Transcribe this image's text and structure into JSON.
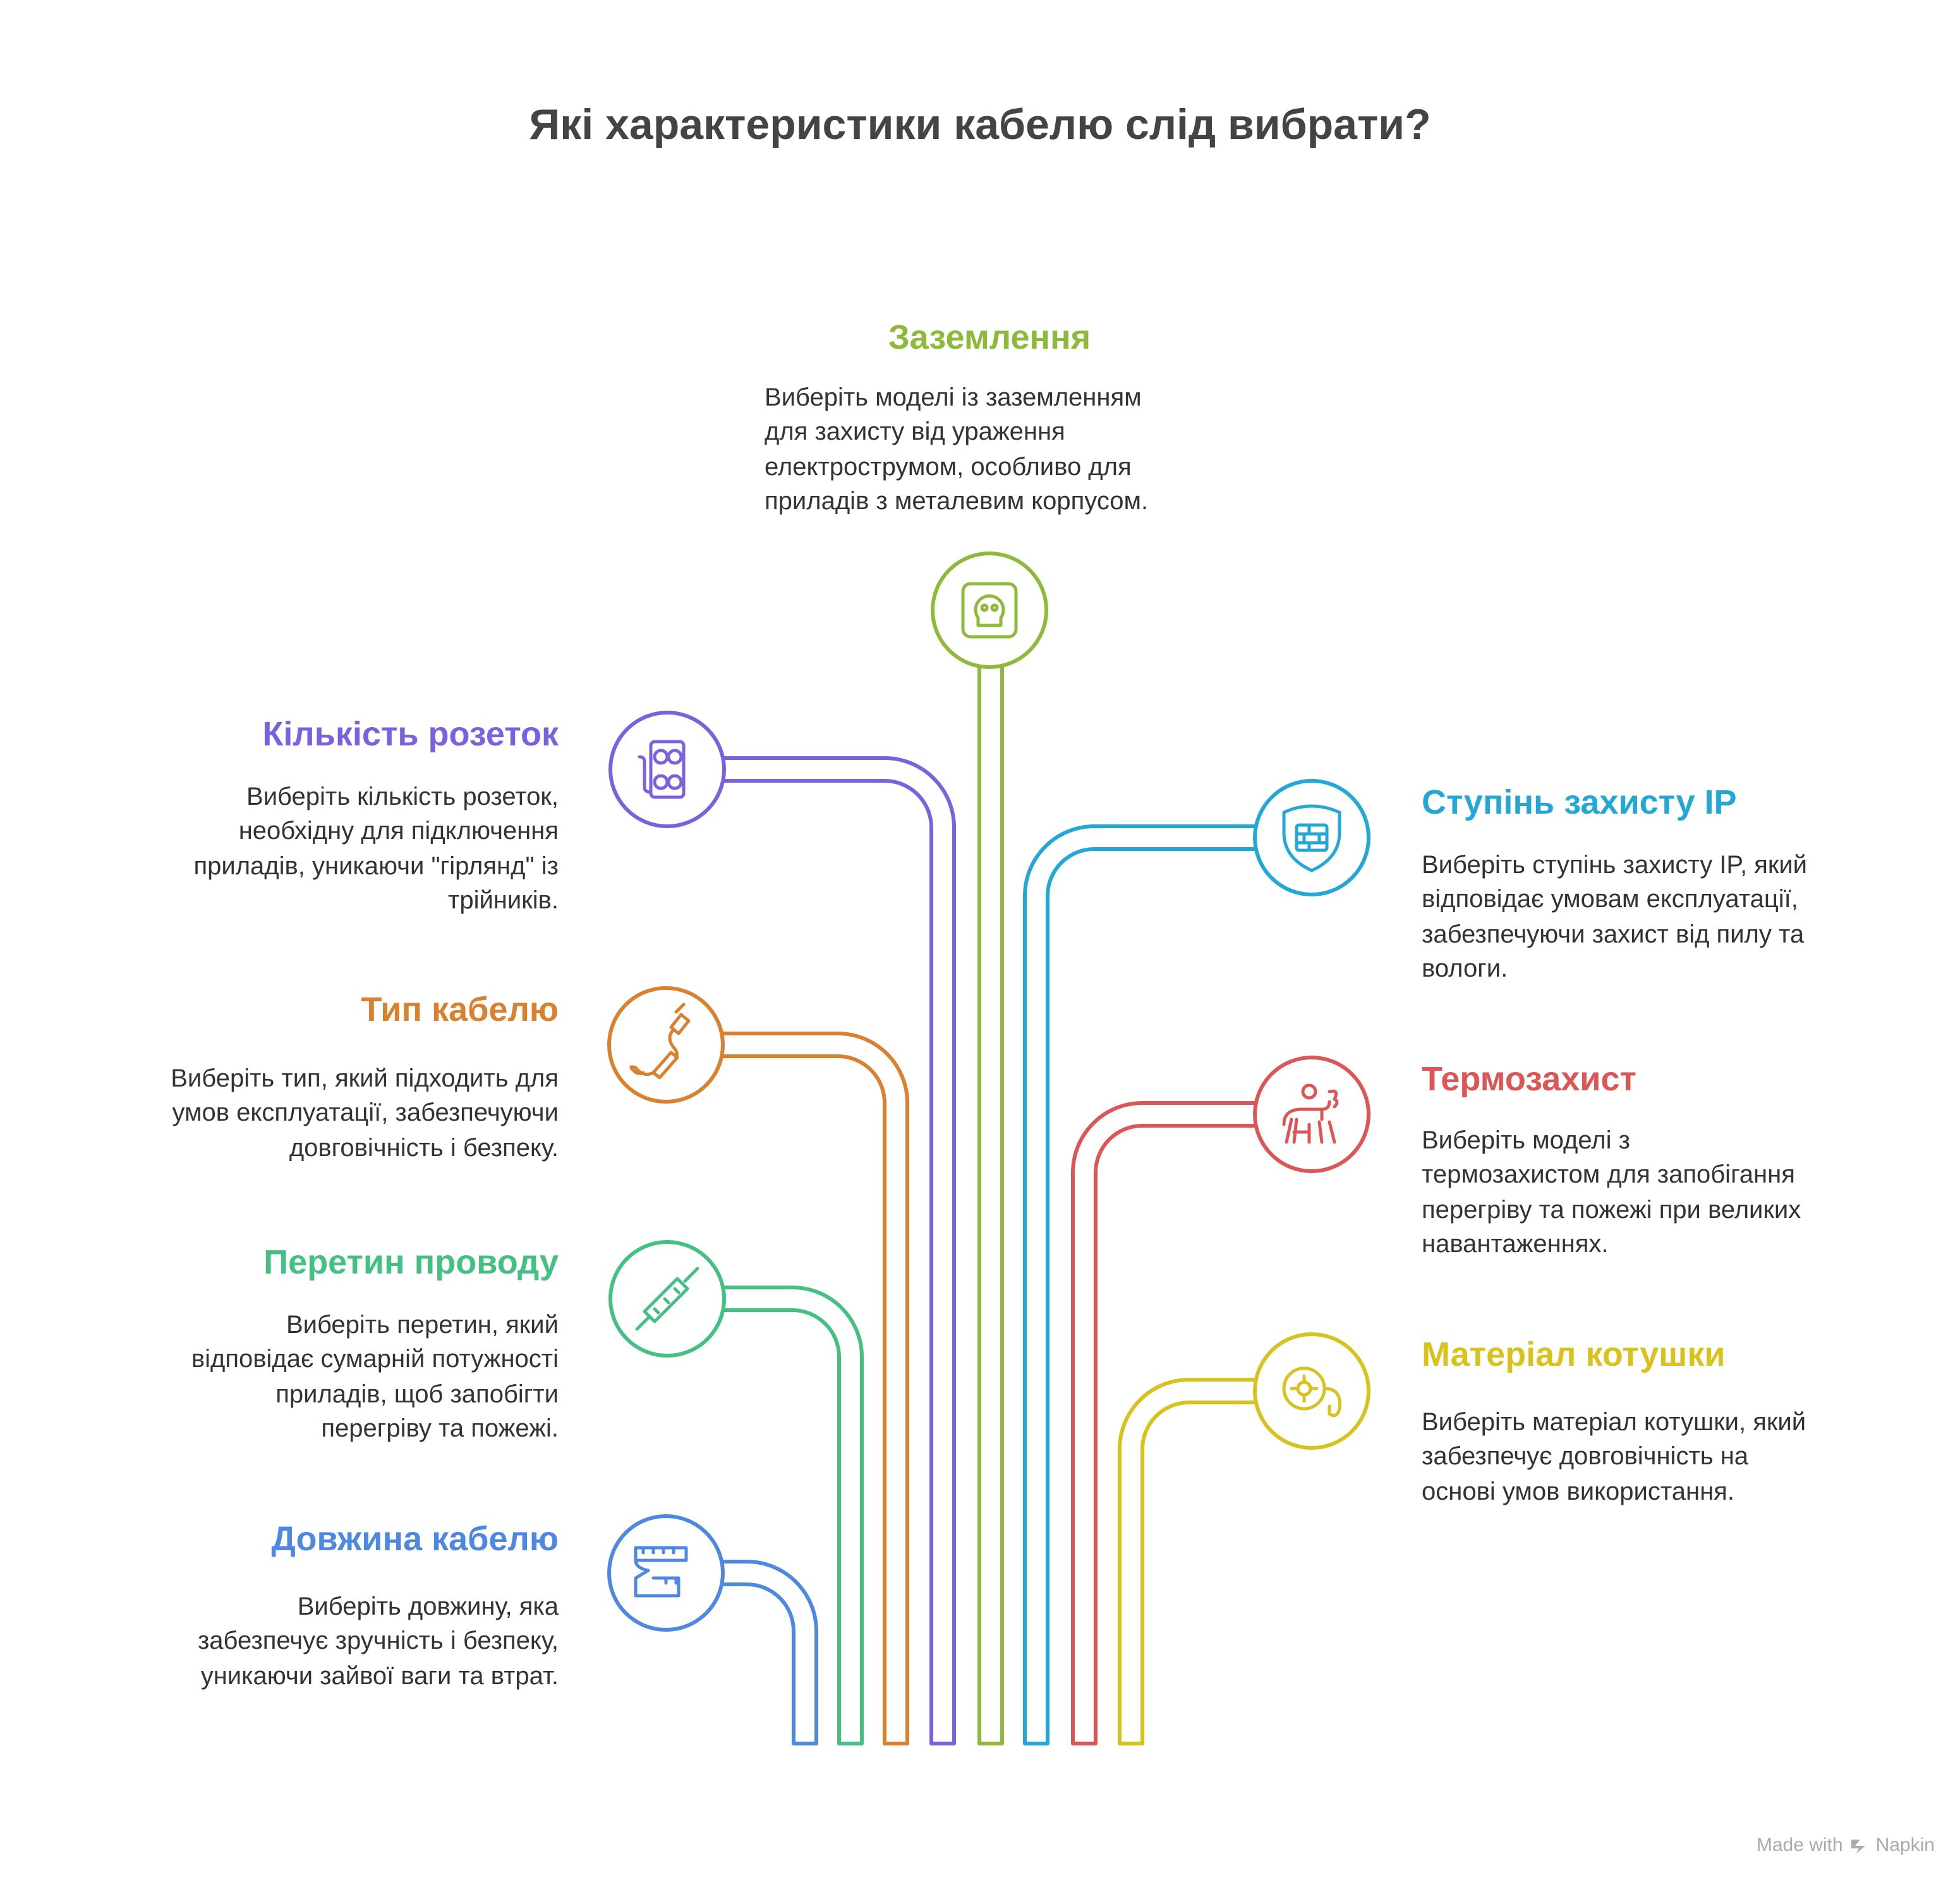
{
  "title": "Які характеристики кабелю слід вибрати?",
  "footer": {
    "made_with": "Made with",
    "brand": "Napkin"
  },
  "items": [
    {
      "id": "grounding",
      "heading": "Заземлення",
      "color": "#8DBA3A",
      "icon": "socket-skull-icon",
      "lines": [
        "Виберіть моделі із заземленням",
        "для захисту від ураження",
        "електрострумом, особливо для",
        "приладів з металевим корпусом."
      ]
    },
    {
      "id": "outlets",
      "heading": "Кількість розеток",
      "color": "#7B61E0",
      "icon": "power-strip-icon",
      "lines": [
        "Виберіть кількість розеток,",
        "необхідну для підключення",
        "приладів, уникаючи \"гірлянд\" із",
        "трійників."
      ]
    },
    {
      "id": "cable-type",
      "heading": "Тип кабелю",
      "color": "#D9812F",
      "icon": "plug-cable-icon",
      "lines": [
        "Виберіть тип, який підходить для",
        "умов експлуатації, забезпечуючи",
        "довговічність і безпеку."
      ]
    },
    {
      "id": "cross-section",
      "heading": "Перетин проводу",
      "color": "#44C083",
      "icon": "wire-icon",
      "lines": [
        "Виберіть перетин, який",
        "відповідає сумарній потужності",
        "приладів, щоб запобігти",
        "перегріву та пожежі."
      ]
    },
    {
      "id": "length",
      "heading": "Довжина кабелю",
      "color": "#4E88E0",
      "icon": "measuring-tape-icon",
      "lines": [
        "Виберіть довжину, яка",
        "забезпечує зручність і безпеку,",
        "уникаючи зайвої ваги та втрат."
      ]
    },
    {
      "id": "ip-rating",
      "heading": "Ступінь захисту IP",
      "color": "#23A8D6",
      "icon": "shield-firewall-icon",
      "lines": [
        "Виберіть ступінь захисту IP, який",
        "відповідає умовам експлуатації,",
        "забезпечуючи захист від пилу та",
        "вологи."
      ]
    },
    {
      "id": "thermal",
      "heading": "Термозахист",
      "color": "#DD5555",
      "icon": "person-fire-icon",
      "lines": [
        "Виберіть моделі з",
        "термозахистом для запобігання",
        "перегріву та пожежі при великих",
        "навантаженнях."
      ]
    },
    {
      "id": "reel",
      "heading": "Матеріал котушки",
      "color": "#D9C21C",
      "icon": "cable-reel-icon",
      "lines": [
        "Виберіть матеріал котушки, який",
        "забезпечує довговічність на",
        "основі умов використання."
      ]
    }
  ]
}
